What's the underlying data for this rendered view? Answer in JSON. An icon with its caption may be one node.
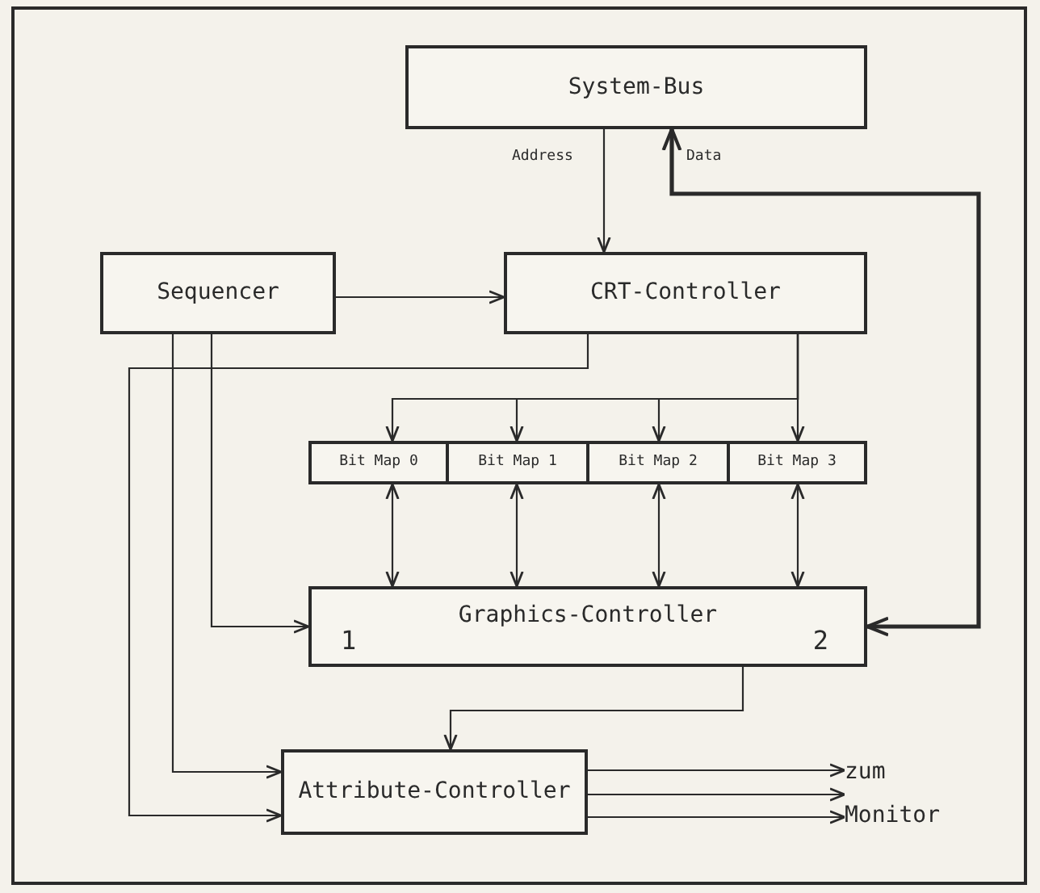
{
  "diagram": {
    "nodes": [
      {
        "text": [
          "System-Bus"
        ]
      },
      {
        "text": [
          "Sequencer"
        ]
      },
      {
        "text": [
          "CRT-Controller"
        ]
      },
      {
        "text": [
          "Bit Map 0"
        ]
      },
      {
        "text": [
          "Bit Map 1"
        ]
      },
      {
        "text": [
          "Bit Map 2"
        ]
      },
      {
        "text": [
          "Bit Map 3"
        ]
      },
      {
        "text": [
          "Graphics-Controller",
          "1",
          "2"
        ]
      },
      {
        "text": [
          "Attribute-Controller"
        ]
      },
      {
        "text": [
          "zum Monitor"
        ]
      }
    ],
    "edges": [
      {
        "from": 0,
        "to": 2,
        "arrow": "to",
        "label": "Address"
      },
      {
        "from": 7,
        "to": 0,
        "arrow": "both",
        "label": "Data",
        "style": "thick"
      },
      {
        "from": 1,
        "to": 2,
        "arrow": "to"
      },
      {
        "from": 2,
        "to": 3,
        "arrow": "to"
      },
      {
        "from": 2,
        "to": 4,
        "arrow": "to"
      },
      {
        "from": 2,
        "to": 5,
        "arrow": "to"
      },
      {
        "from": 2,
        "to": 6,
        "arrow": "to"
      },
      {
        "from": 3,
        "to": 7,
        "arrow": "both"
      },
      {
        "from": 4,
        "to": 7,
        "arrow": "both"
      },
      {
        "from": 5,
        "to": 7,
        "arrow": "both"
      },
      {
        "from": 6,
        "to": 7,
        "arrow": "both"
      },
      {
        "from": 2,
        "to": 8,
        "arrow": "to"
      },
      {
        "from": 1,
        "to": 8,
        "arrow": "to"
      },
      {
        "from": 1,
        "to": 7,
        "arrow": "to"
      },
      {
        "from": 7,
        "to": 8,
        "arrow": "to"
      },
      {
        "from": 8,
        "to": 9,
        "arrow": "to"
      },
      {
        "from": 8,
        "to": 9,
        "arrow": "to"
      },
      {
        "from": 8,
        "to": 9,
        "arrow": "to"
      }
    ]
  }
}
